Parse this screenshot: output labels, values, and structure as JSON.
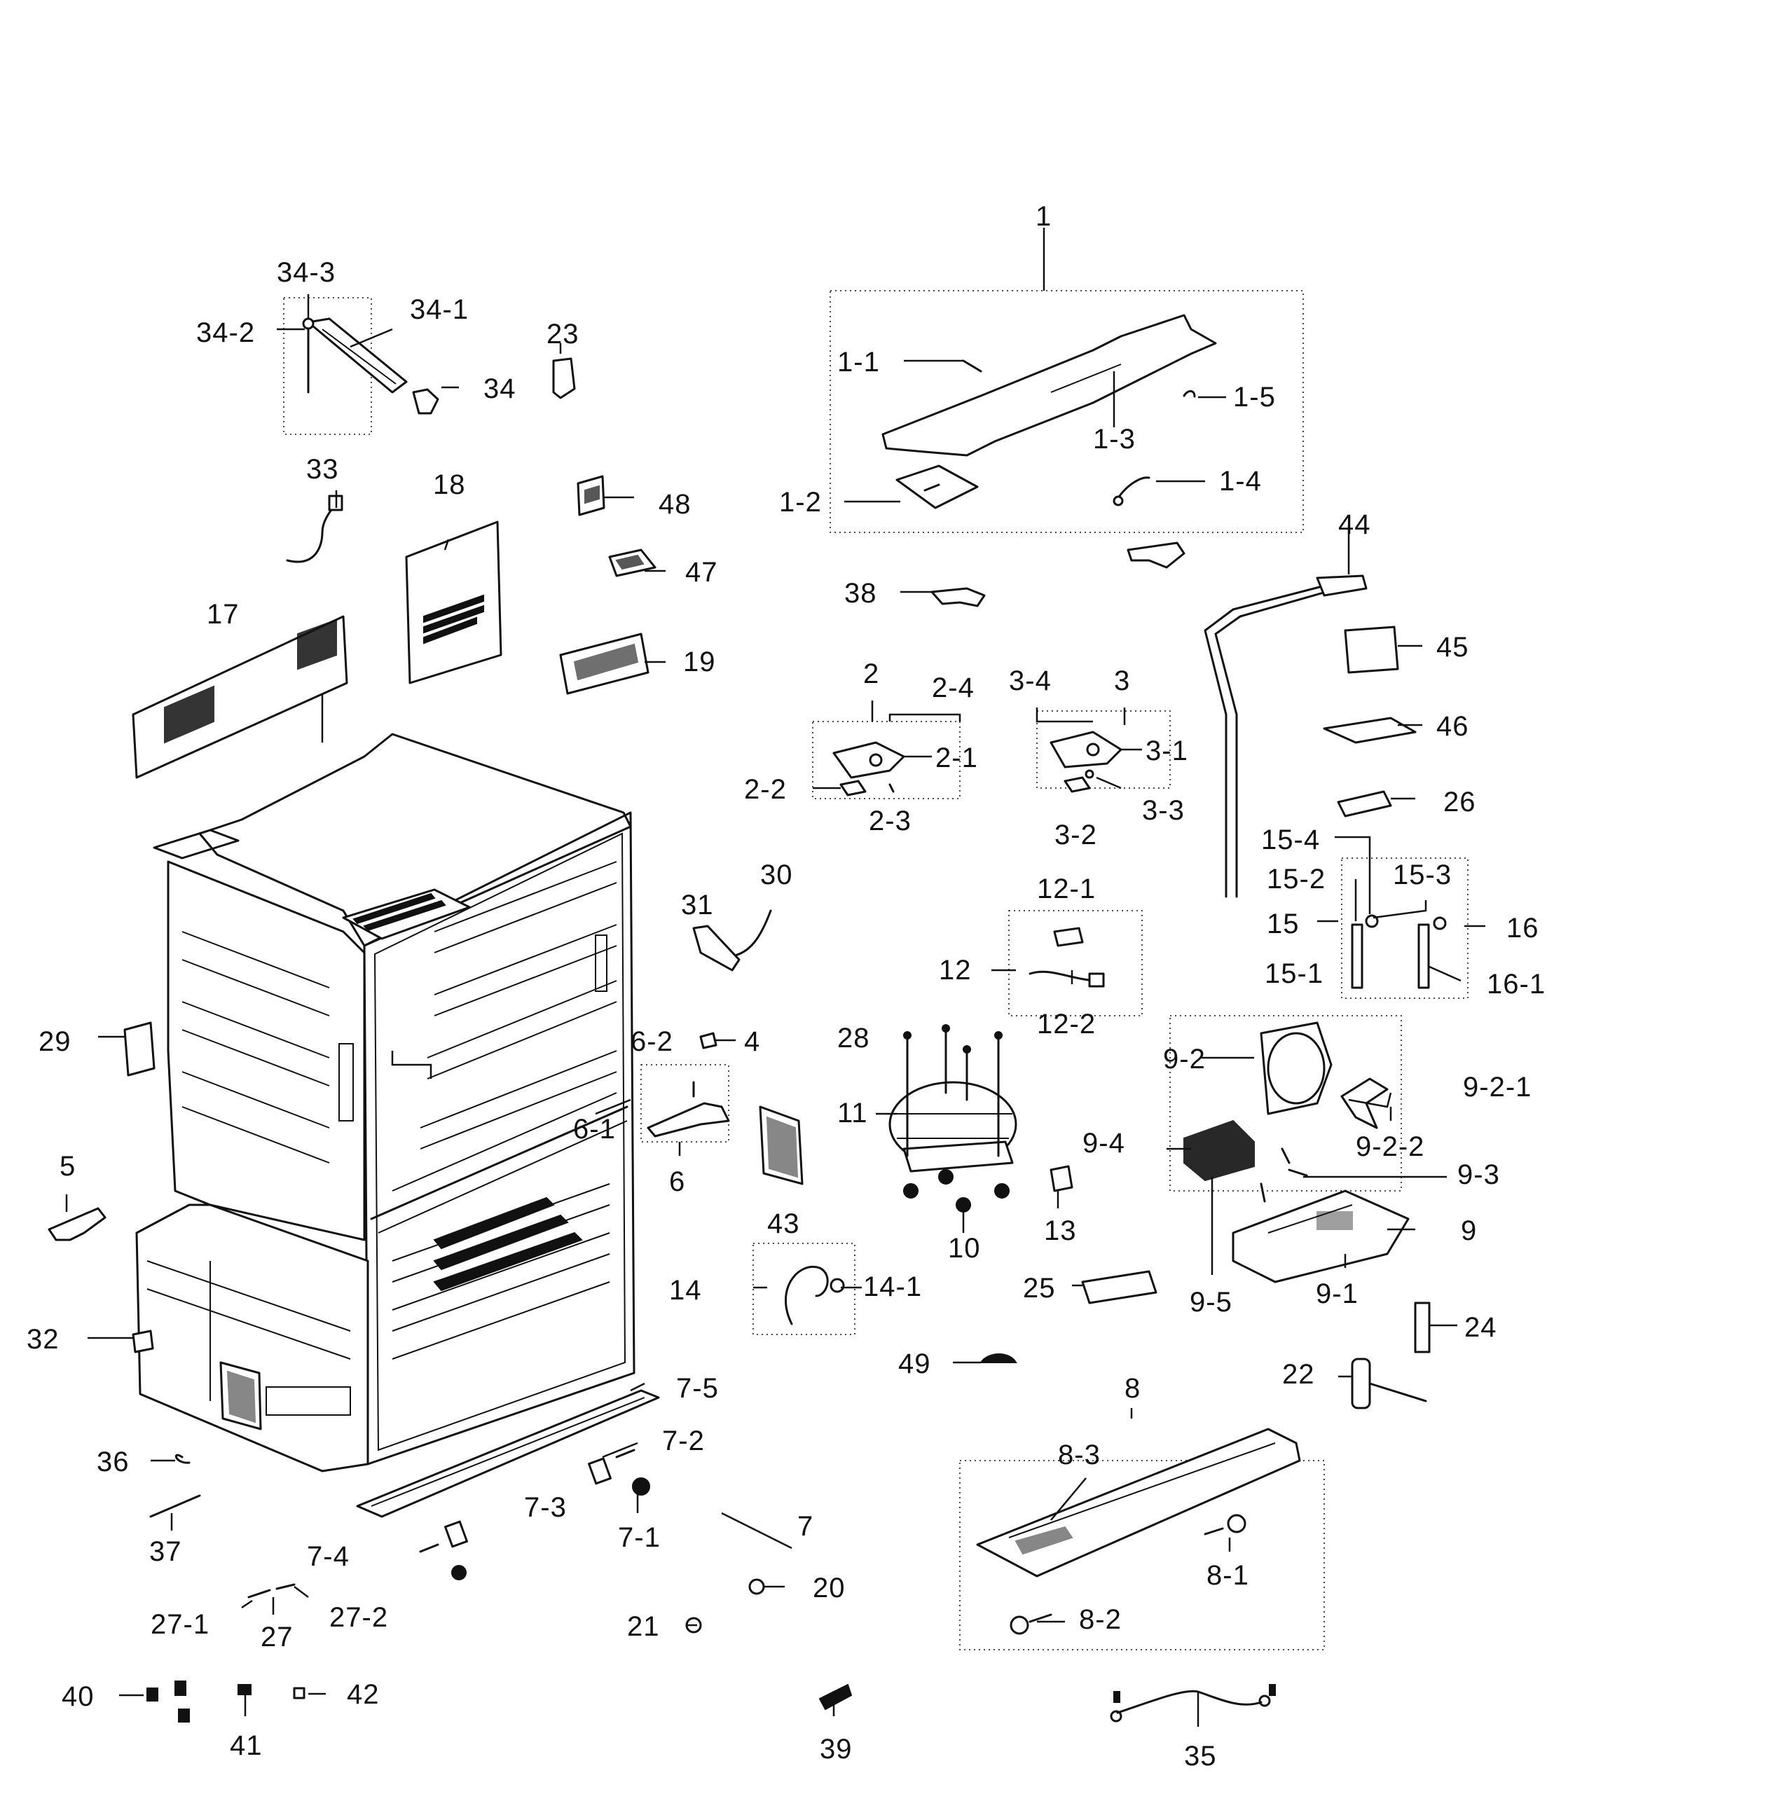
{
  "labels": [
    {
      "id": "p1",
      "text": "1"
    },
    {
      "id": "p1_1",
      "text": "1-1"
    },
    {
      "id": "p1_2",
      "text": "1-2"
    },
    {
      "id": "p1_3",
      "text": "1-3"
    },
    {
      "id": "p1_4",
      "text": "1-4"
    },
    {
      "id": "p1_5",
      "text": "1-5"
    },
    {
      "id": "p2",
      "text": "2"
    },
    {
      "id": "p2_1",
      "text": "2-1"
    },
    {
      "id": "p2_2",
      "text": "2-2"
    },
    {
      "id": "p2_3",
      "text": "2-3"
    },
    {
      "id": "p2_4",
      "text": "2-4"
    },
    {
      "id": "p3",
      "text": "3"
    },
    {
      "id": "p3_1",
      "text": "3-1"
    },
    {
      "id": "p3_2",
      "text": "3-2"
    },
    {
      "id": "p3_3",
      "text": "3-3"
    },
    {
      "id": "p3_4",
      "text": "3-4"
    },
    {
      "id": "p4",
      "text": "4"
    },
    {
      "id": "p5",
      "text": "5"
    },
    {
      "id": "p6",
      "text": "6"
    },
    {
      "id": "p6_1",
      "text": "6-1"
    },
    {
      "id": "p6_2",
      "text": "6-2"
    },
    {
      "id": "p7",
      "text": "7"
    },
    {
      "id": "p7_1",
      "text": "7-1"
    },
    {
      "id": "p7_2",
      "text": "7-2"
    },
    {
      "id": "p7_3",
      "text": "7-3"
    },
    {
      "id": "p7_4",
      "text": "7-4"
    },
    {
      "id": "p7_5",
      "text": "7-5"
    },
    {
      "id": "p8",
      "text": "8"
    },
    {
      "id": "p8_1",
      "text": "8-1"
    },
    {
      "id": "p8_2",
      "text": "8-2"
    },
    {
      "id": "p8_3",
      "text": "8-3"
    },
    {
      "id": "p9",
      "text": "9"
    },
    {
      "id": "p9_1",
      "text": "9-1"
    },
    {
      "id": "p9_2",
      "text": "9-2"
    },
    {
      "id": "p9_2_1",
      "text": "9-2-1"
    },
    {
      "id": "p9_2_2",
      "text": "9-2-2"
    },
    {
      "id": "p9_3",
      "text": "9-3"
    },
    {
      "id": "p9_4",
      "text": "9-4"
    },
    {
      "id": "p9_5",
      "text": "9-5"
    },
    {
      "id": "p10",
      "text": "10"
    },
    {
      "id": "p11",
      "text": "11"
    },
    {
      "id": "p12",
      "text": "12"
    },
    {
      "id": "p12_1",
      "text": "12-1"
    },
    {
      "id": "p12_2",
      "text": "12-2"
    },
    {
      "id": "p13",
      "text": "13"
    },
    {
      "id": "p14",
      "text": "14"
    },
    {
      "id": "p14_1",
      "text": "14-1"
    },
    {
      "id": "p15",
      "text": "15"
    },
    {
      "id": "p15_1",
      "text": "15-1"
    },
    {
      "id": "p15_2",
      "text": "15-2"
    },
    {
      "id": "p15_3",
      "text": "15-3"
    },
    {
      "id": "p15_4",
      "text": "15-4"
    },
    {
      "id": "p16",
      "text": "16"
    },
    {
      "id": "p16_1",
      "text": "16-1"
    },
    {
      "id": "p17",
      "text": "17"
    },
    {
      "id": "p18",
      "text": "18"
    },
    {
      "id": "p19",
      "text": "19"
    },
    {
      "id": "p20",
      "text": "20"
    },
    {
      "id": "p21",
      "text": "21"
    },
    {
      "id": "p22",
      "text": "22"
    },
    {
      "id": "p23",
      "text": "23"
    },
    {
      "id": "p24",
      "text": "24"
    },
    {
      "id": "p25",
      "text": "25"
    },
    {
      "id": "p26",
      "text": "26"
    },
    {
      "id": "p27",
      "text": "27"
    },
    {
      "id": "p27_1",
      "text": "27-1"
    },
    {
      "id": "p27_2",
      "text": "27-2"
    },
    {
      "id": "p28",
      "text": "28"
    },
    {
      "id": "p29",
      "text": "29"
    },
    {
      "id": "p30",
      "text": "30"
    },
    {
      "id": "p31",
      "text": "31"
    },
    {
      "id": "p32",
      "text": "32"
    },
    {
      "id": "p33",
      "text": "33"
    },
    {
      "id": "p34",
      "text": "34"
    },
    {
      "id": "p34_1",
      "text": "34-1"
    },
    {
      "id": "p34_2",
      "text": "34-2"
    },
    {
      "id": "p34_3",
      "text": "34-3"
    },
    {
      "id": "p35",
      "text": "35"
    },
    {
      "id": "p36",
      "text": "36"
    },
    {
      "id": "p37",
      "text": "37"
    },
    {
      "id": "p38",
      "text": "38"
    },
    {
      "id": "p39",
      "text": "39"
    },
    {
      "id": "p40",
      "text": "40"
    },
    {
      "id": "p41",
      "text": "41"
    },
    {
      "id": "p42",
      "text": "42"
    },
    {
      "id": "p43",
      "text": "43"
    },
    {
      "id": "p44",
      "text": "44"
    },
    {
      "id": "p45",
      "text": "45"
    },
    {
      "id": "p46",
      "text": "46"
    },
    {
      "id": "p47",
      "text": "47"
    },
    {
      "id": "p48",
      "text": "48"
    },
    {
      "id": "p49",
      "text": "49"
    }
  ]
}
